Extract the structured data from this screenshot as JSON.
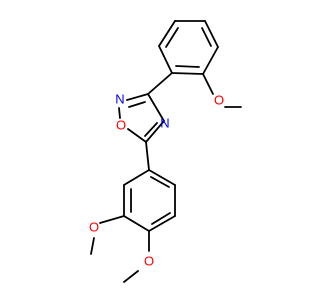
{
  "structure": {
    "atom_labels": [
      "N",
      "O",
      "N",
      "O",
      "O",
      "O"
    ],
    "colors": {
      "background": "#ffffff",
      "bond": "#000000",
      "nitrogen": "#0000ff",
      "oxygen": "#ff0000"
    }
  }
}
